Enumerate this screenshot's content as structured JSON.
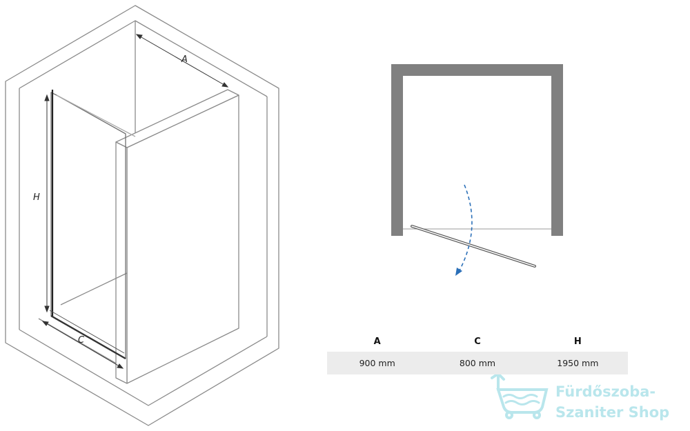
{
  "iso_labels": {
    "A": "A",
    "H": "H",
    "C": "C"
  },
  "dimensions": {
    "headers": [
      "A",
      "C",
      "H"
    ],
    "values": [
      "900 mm",
      "800 mm",
      "1950 mm"
    ]
  },
  "watermark": {
    "line1": "Fürdőszoba-",
    "line2": "Szaniter Shop"
  },
  "colors": {
    "wall": "#808080",
    "arrow": "#2a6fb8",
    "watermark": "#b9e6ec"
  }
}
